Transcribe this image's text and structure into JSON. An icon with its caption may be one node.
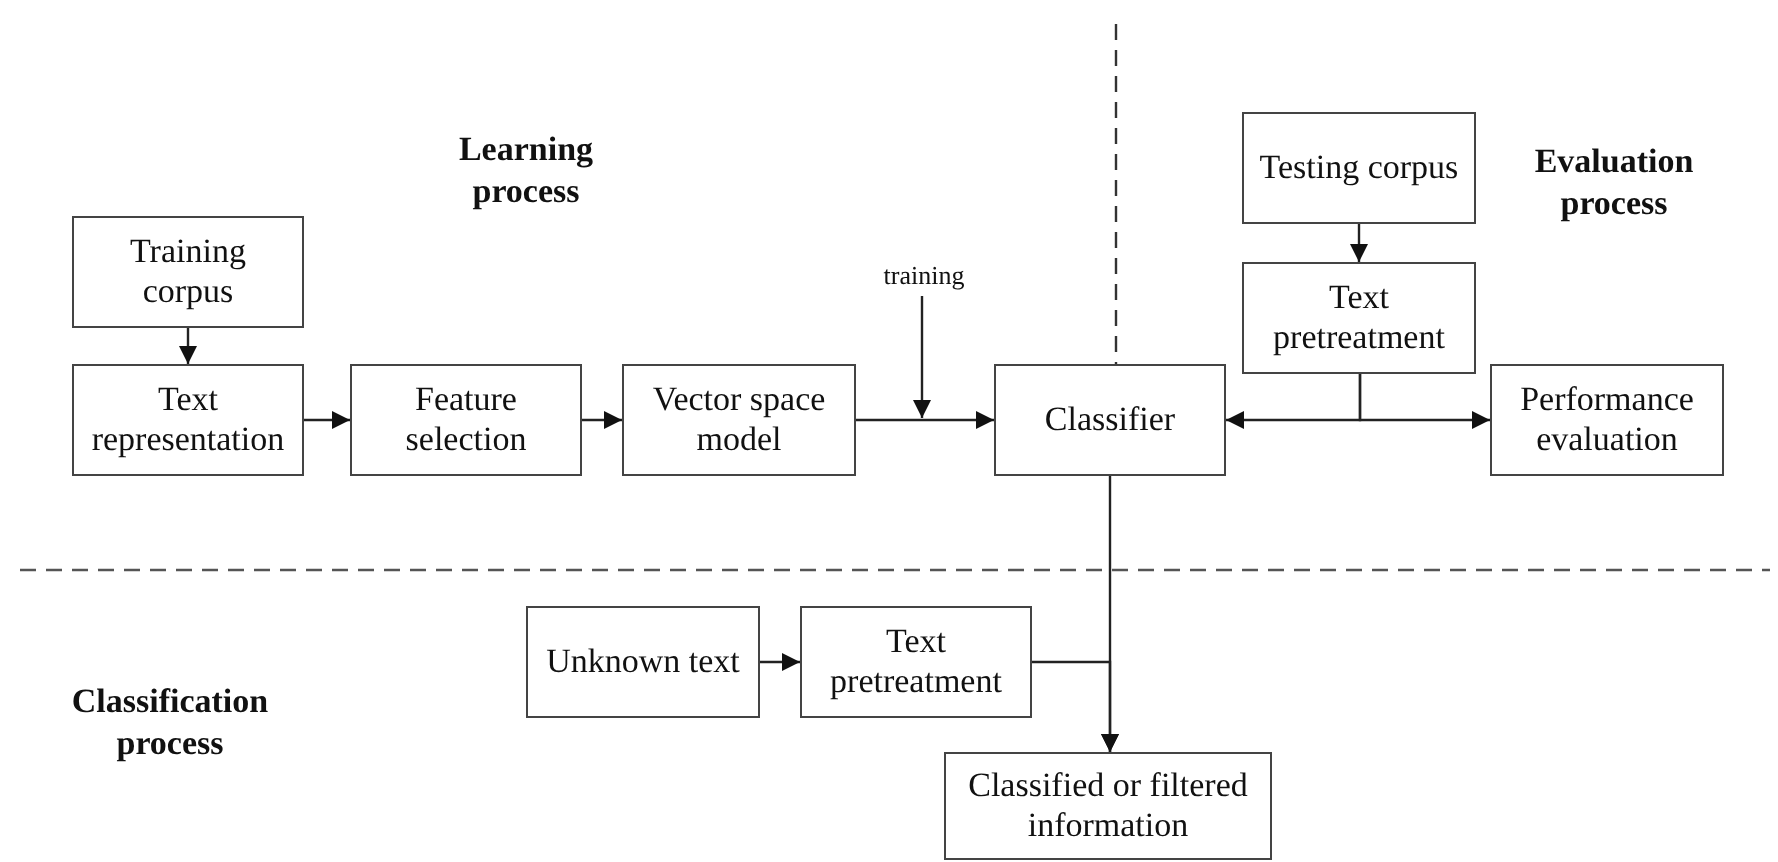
{
  "diagram": {
    "nodes": [
      {
        "text": [
          "Training corpus"
        ]
      },
      {
        "text": [
          "Testing corpus"
        ]
      },
      {
        "text": [
          "Text pretreatment"
        ]
      },
      {
        "text": [
          "training"
        ]
      },
      {
        "text": [
          "Text representation"
        ]
      },
      {
        "text": [
          "Feature selection"
        ]
      },
      {
        "text": [
          "Vector space model"
        ]
      },
      {
        "text": [
          "Classifier"
        ]
      },
      {
        "text": [
          "Performance evaluation"
        ]
      },
      {
        "text": [
          "Unknown text"
        ]
      },
      {
        "text": [
          "Text pretreatment"
        ]
      },
      {
        "text": [
          "Classified or filtered information"
        ]
      }
    ],
    "edges": [
      {
        "from": 0,
        "to": 4,
        "arrow": "to"
      },
      {
        "from": 4,
        "to": 5,
        "arrow": "to"
      },
      {
        "from": 5,
        "to": 6,
        "arrow": "to"
      },
      {
        "from": 6,
        "to": 7,
        "arrow": "to"
      },
      {
        "from": 3,
        "to": null,
        "arrow": "to"
      },
      {
        "from": 1,
        "to": 2,
        "arrow": "to"
      },
      {
        "from": 2,
        "to": 7,
        "arrow": "to"
      },
      {
        "from": 2,
        "to": 8,
        "arrow": "to"
      },
      {
        "from": 7,
        "to": 11,
        "arrow": "to"
      },
      {
        "from": 9,
        "to": 10,
        "arrow": "to"
      },
      {
        "from": 10,
        "to": 11,
        "arrow": "to"
      }
    ],
    "labels": [
      "Learning process",
      "Evaluation process",
      "Classification process"
    ]
  }
}
